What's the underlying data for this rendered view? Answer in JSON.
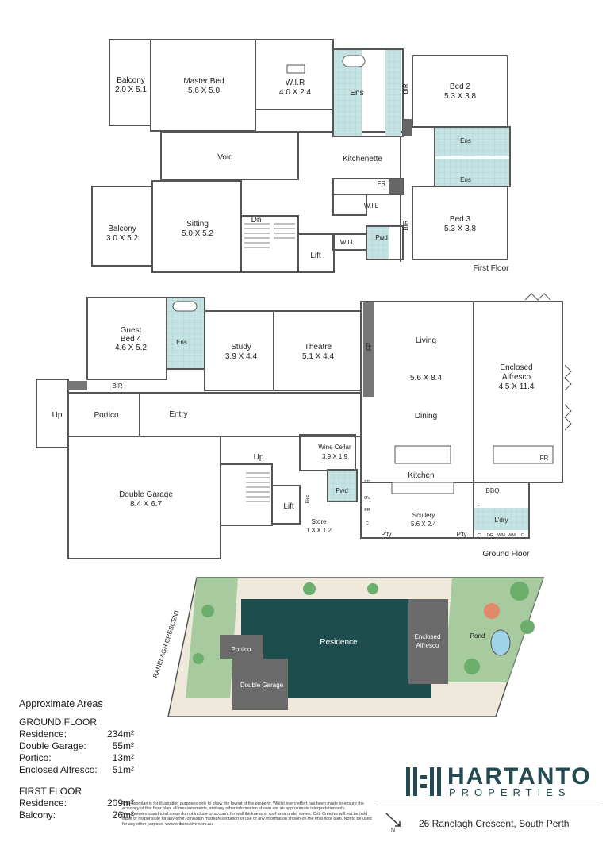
{
  "floor_labels": {
    "first": "First Floor",
    "ground": "Ground Floor"
  },
  "first_floor": {
    "balcony1": {
      "name": "Balcony",
      "dim": "2.0 X 5.1"
    },
    "master": {
      "name": "Master Bed",
      "dim": "5.6 X 5.0"
    },
    "wir": {
      "name": "W.I.R",
      "dim": "4.0 X 2.4"
    },
    "ens": "Ens",
    "bir": "BIR",
    "bed2": {
      "name": "Bed 2",
      "dim": "5.3 X 3.8"
    },
    "ens2": "Ens",
    "ens3": "Ens",
    "void": "Void",
    "kitchenette": "Kitchenette",
    "fr": "FR",
    "wil1": "W.I.L",
    "wil2": "W.I.L",
    "pwd": "Pwd",
    "bir2": "BIR",
    "bed3": {
      "name": "Bed 3",
      "dim": "5.3 X 3.8"
    },
    "balcony2": {
      "name": "Balcony",
      "dim": "3.0 X 5.2"
    },
    "sitting": {
      "name": "Sitting",
      "dim": "5.0 X 5.2"
    },
    "dn": "Dn",
    "lift": "Lift"
  },
  "ground_floor": {
    "guest": {
      "name1": "Guest",
      "name2": "Bed 4",
      "dim": "4.6 X 5.2"
    },
    "ens": "Ens",
    "bir": "BIR",
    "up1": "Up",
    "portico": "Portico",
    "entry": "Entry",
    "study": {
      "name": "Study",
      "dim": "3.9 X 4.4"
    },
    "theatre": {
      "name": "Theatre",
      "dim": "5.1 X 4.4"
    },
    "fp": "FP",
    "living": "Living",
    "living_dim": "5.6 X 8.4",
    "dining": "Dining",
    "alfresco": {
      "name1": "Enclosed",
      "name2": "Alfresco",
      "dim": "4.5 X 11.4"
    },
    "fr1": "FR",
    "wine": {
      "name": "Wine Cellar",
      "dim": "3.9 X 1.9"
    },
    "garage": {
      "name": "Double Garage",
      "dim": "8.4 X 6.7"
    },
    "up2": "Up",
    "lift": "Lift",
    "elec": "Elec",
    "pwd": "Pwd",
    "store": {
      "name": "Store",
      "dim": "1.3 X 1.2"
    },
    "kitchen": "Kitchen",
    "bbq": "BBQ",
    "fr2": "FR",
    "ov": "OV",
    "fr3": "FR",
    "c1": "C",
    "pty1": "P'ty",
    "scullery": {
      "name": "Scullery",
      "dim": "5.6 X 2.4"
    },
    "pty2": "P'ty",
    "l": "L",
    "ldry": "L'dry",
    "c2": "C",
    "dr": "DR",
    "wm1": "WM",
    "wm2": "WM",
    "c3": "C"
  },
  "site": {
    "street": "RANELAGH CRESCENT",
    "residence": "Residence",
    "alfresco1": "Enclosed",
    "alfresco2": "Alfresco",
    "portico": "Portico",
    "garage": "Double Garage",
    "pond": "Pond"
  },
  "areas": {
    "title": "Approximate Areas",
    "ground_title": "GROUND FLOOR",
    "ground": [
      {
        "label": "Residence:",
        "value": "234m²"
      },
      {
        "label": "Double Garage:",
        "value": "55m²"
      },
      {
        "label": "Portico:",
        "value": "13m²"
      },
      {
        "label": "Enclosed Alfresco:",
        "value": "51m²"
      }
    ],
    "first_title": "FIRST FLOOR",
    "first": [
      {
        "label": "Residence:",
        "value": "209m²"
      },
      {
        "label": "Balcony:",
        "value": "26m²"
      }
    ]
  },
  "disclaimer": "This floorplan is for illustration purposes only to show the layout of the property. Whilst every effort has been made to ensure the accuracy of this floor plan, all measurements, and any other information shown are an approximate interpretation only. Measurements and total areas do not include or account for wall thickness or roof area under eaves. Crib Creative will not be held liable or responsible for any error, omission misrepresentation or use of any information shown on the final floor plan. Not to be used for any other purpose. www.cribcreative.com.au",
  "brand": {
    "name": "HARTANTO",
    "sub": "PROPERTIES"
  },
  "address": "26 Ranelagh Crescent, South Perth",
  "colors": {
    "wall": "#555555",
    "tile": "#bfe1e0",
    "residence": "#1e4d4d",
    "roof": "#6b6b6b",
    "brand": "#224a50"
  }
}
